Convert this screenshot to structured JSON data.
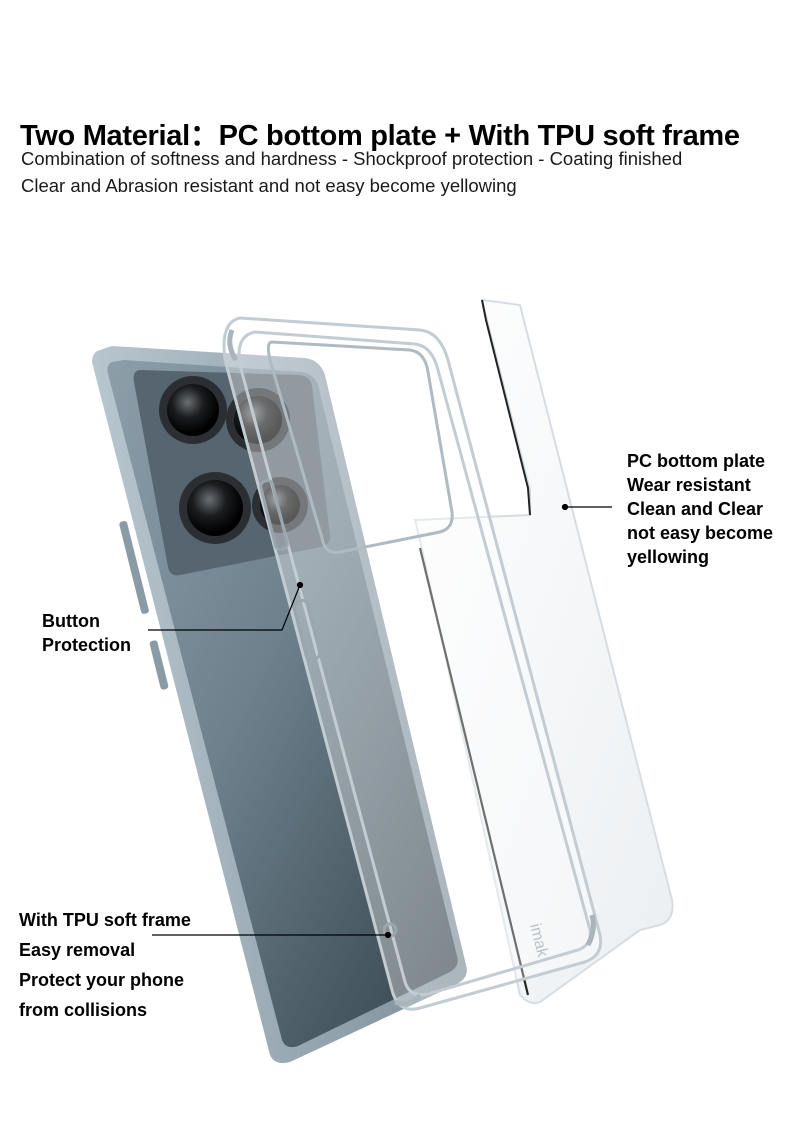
{
  "header": {
    "title": "Two Material：PC bottom plate + With TPU soft frame",
    "subtitle_line1": "Combination of softness and hardness - Shockproof protection - Coating finished",
    "subtitle_line2": "Clear and Abrasion resistant and not easy become yellowing"
  },
  "callouts": {
    "pc_plate": [
      "PC bottom plate",
      "Wear resistant",
      "Clean and Clear",
      "not easy become",
      "yellowing"
    ],
    "button": [
      "Button",
      "Protection"
    ],
    "tpu_frame": [
      "With TPU soft frame",
      "Easy removal",
      "Protect your phone",
      "from collisions"
    ]
  },
  "image": {
    "brand_mark": "imak"
  },
  "colors": {
    "phone_body": "#6b7f8c",
    "phone_dark": "#3b4850",
    "camera_module": "#4f5d66",
    "frame_edge": "#c9d2d8",
    "plate_edge": "#2a2a2a"
  }
}
